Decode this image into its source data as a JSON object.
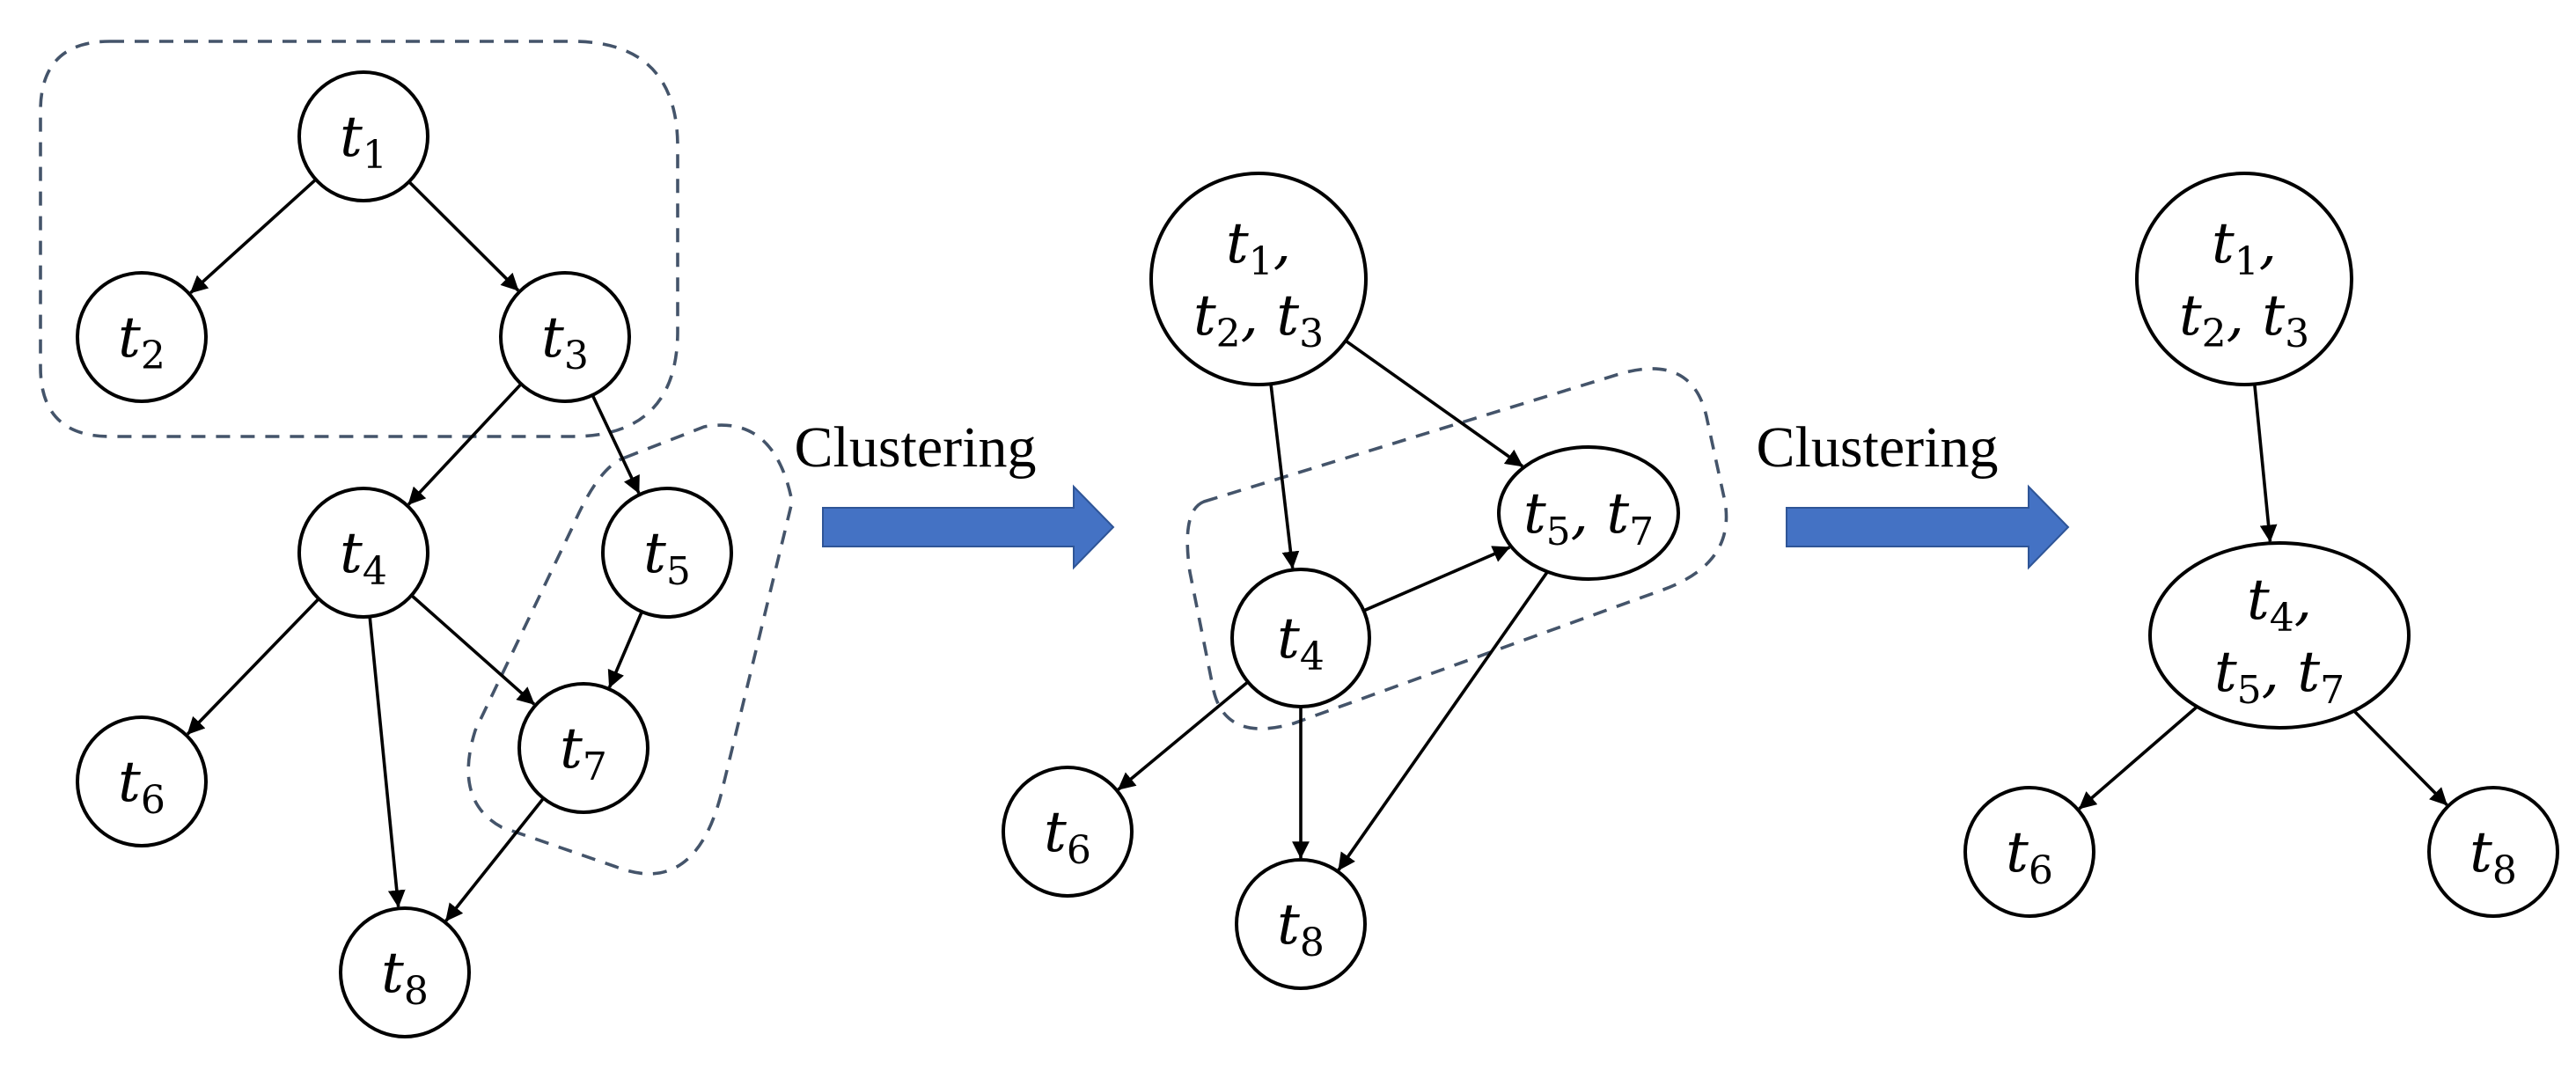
{
  "steps": [
    {
      "label": "Clustering"
    },
    {
      "label": "Clustering"
    }
  ],
  "panels": [
    {
      "nodes": [
        {
          "id": "t1",
          "lines": [
            [
              {
                "b": "t",
                "s": "1"
              }
            ]
          ]
        },
        {
          "id": "t2",
          "lines": [
            [
              {
                "b": "t",
                "s": "2"
              }
            ]
          ]
        },
        {
          "id": "t3",
          "lines": [
            [
              {
                "b": "t",
                "s": "3"
              }
            ]
          ]
        },
        {
          "id": "t4",
          "lines": [
            [
              {
                "b": "t",
                "s": "4"
              }
            ]
          ]
        },
        {
          "id": "t5",
          "lines": [
            [
              {
                "b": "t",
                "s": "5"
              }
            ]
          ]
        },
        {
          "id": "t6",
          "lines": [
            [
              {
                "b": "t",
                "s": "6"
              }
            ]
          ]
        },
        {
          "id": "t7",
          "lines": [
            [
              {
                "b": "t",
                "s": "7"
              }
            ]
          ]
        },
        {
          "id": "t8",
          "lines": [
            [
              {
                "b": "t",
                "s": "8"
              }
            ]
          ]
        }
      ],
      "edges": [
        {
          "from": "t1",
          "to": "t2"
        },
        {
          "from": "t1",
          "to": "t3"
        },
        {
          "from": "t3",
          "to": "t4"
        },
        {
          "from": "t3",
          "to": "t5"
        },
        {
          "from": "t4",
          "to": "t6"
        },
        {
          "from": "t4",
          "to": "t7"
        },
        {
          "from": "t4",
          "to": "t8"
        },
        {
          "from": "t5",
          "to": "t7"
        },
        {
          "from": "t7",
          "to": "t8"
        }
      ],
      "groups": [
        {
          "members": [
            "t1",
            "t2",
            "t3"
          ]
        },
        {
          "members": [
            "t5",
            "t7"
          ]
        }
      ]
    },
    {
      "nodes": [
        {
          "id": "t123",
          "lines": [
            [
              {
                "b": "t",
                "s": "1"
              },
              {
                "t": ","
              }
            ],
            [
              {
                "b": "t",
                "s": "2"
              },
              {
                "t": ", "
              },
              {
                "b": "t",
                "s": "3"
              }
            ]
          ]
        },
        {
          "id": "t57",
          "lines": [
            [
              {
                "b": "t",
                "s": "5"
              },
              {
                "t": ", "
              },
              {
                "b": "t",
                "s": "7"
              }
            ]
          ]
        },
        {
          "id": "t4",
          "lines": [
            [
              {
                "b": "t",
                "s": "4"
              }
            ]
          ]
        },
        {
          "id": "t6",
          "lines": [
            [
              {
                "b": "t",
                "s": "6"
              }
            ]
          ]
        },
        {
          "id": "t8",
          "lines": [
            [
              {
                "b": "t",
                "s": "8"
              }
            ]
          ]
        }
      ],
      "edges": [
        {
          "from": "t123",
          "to": "t4"
        },
        {
          "from": "t123",
          "to": "t57"
        },
        {
          "from": "t4",
          "to": "t57"
        },
        {
          "from": "t4",
          "to": "t6"
        },
        {
          "from": "t4",
          "to": "t8"
        },
        {
          "from": "t57",
          "to": "t8"
        }
      ],
      "groups": [
        {
          "members": [
            "t4",
            "t57"
          ]
        }
      ]
    },
    {
      "nodes": [
        {
          "id": "t123",
          "lines": [
            [
              {
                "b": "t",
                "s": "1"
              },
              {
                "t": ","
              }
            ],
            [
              {
                "b": "t",
                "s": "2"
              },
              {
                "t": ", "
              },
              {
                "b": "t",
                "s": "3"
              }
            ]
          ]
        },
        {
          "id": "t457",
          "lines": [
            [
              {
                "b": "t",
                "s": "4"
              },
              {
                "t": ","
              }
            ],
            [
              {
                "b": "t",
                "s": "5"
              },
              {
                "t": ", "
              },
              {
                "b": "t",
                "s": "7"
              }
            ]
          ]
        },
        {
          "id": "t6",
          "lines": [
            [
              {
                "b": "t",
                "s": "6"
              }
            ]
          ]
        },
        {
          "id": "t8",
          "lines": [
            [
              {
                "b": "t",
                "s": "8"
              }
            ]
          ]
        }
      ],
      "edges": [
        {
          "from": "t123",
          "to": "t457"
        },
        {
          "from": "t457",
          "to": "t6"
        },
        {
          "from": "t457",
          "to": "t8"
        }
      ],
      "groups": []
    }
  ]
}
